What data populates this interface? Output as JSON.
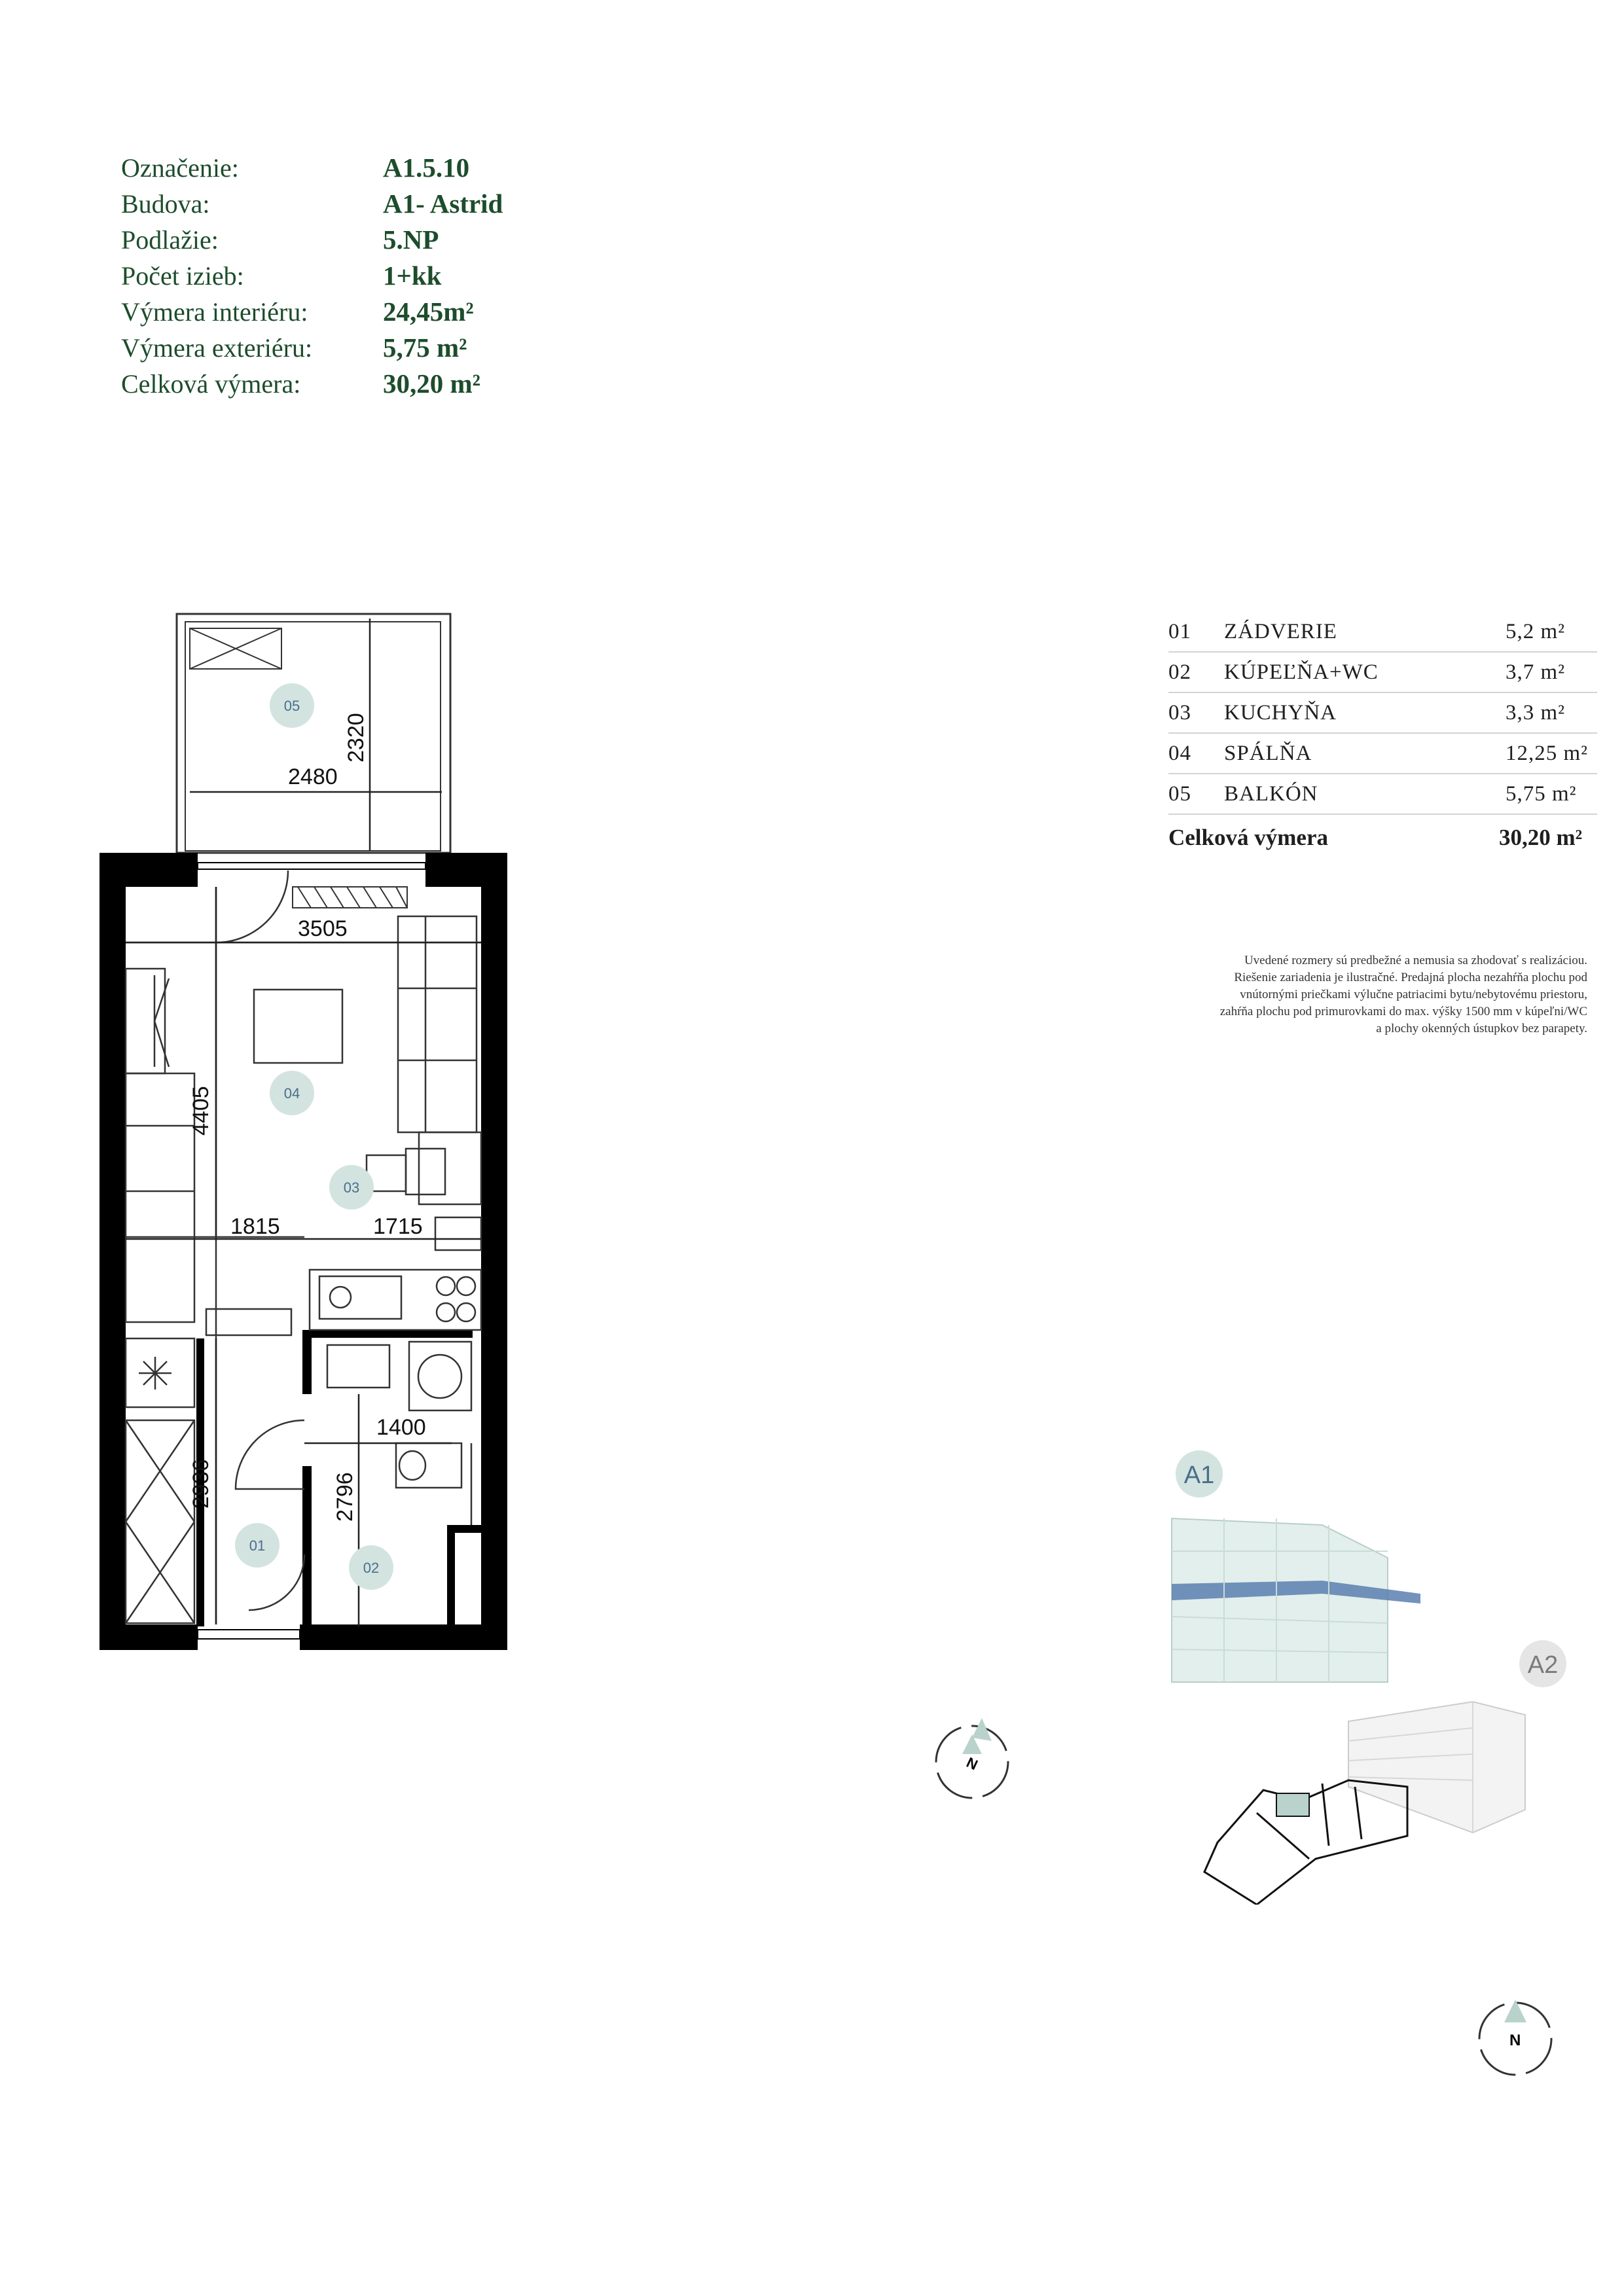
{
  "info": [
    {
      "label": "Označenie:",
      "value": "A1.5.10"
    },
    {
      "label": "Budova:",
      "value": "A1- Astrid"
    },
    {
      "label": "Podlažie:",
      "value": "5.NP"
    },
    {
      "label": "Počet izieb:",
      "value": "1+kk"
    },
    {
      "label": "Výmera interiéru:",
      "value": "24,45m²"
    },
    {
      "label": "Výmera exteriéru:",
      "value": "5,75 m²"
    },
    {
      "label": "Celková výmera:",
      "value": "30,20 m²"
    }
  ],
  "rooms": [
    {
      "num": "01",
      "name": "ZÁDVERIE",
      "area": "5,2 m²"
    },
    {
      "num": "02",
      "name": "KÚPEĽŇA+WC",
      "area": "3,7 m²"
    },
    {
      "num": "03",
      "name": "KUCHYŇA",
      "area": "3,3 m²"
    },
    {
      "num": "04",
      "name": "SPÁLŇA",
      "area": "12,25 m²"
    },
    {
      "num": "05",
      "name": "BALKÓN",
      "area": "5,75 m²"
    }
  ],
  "total": {
    "label": "Celková výmera",
    "value": "30,20 m²"
  },
  "note": [
    "Uvedené rozmery sú predbežné a nemusia sa zhodovať s realizáciou.",
    "Riešenie zariadenia je ilustračné. Predajná plocha nezahŕňa plochu pod",
    "vnútornými priečkami výlučne patriacimi bytu/nebytovému priestoru,",
    "zahŕňa plochu pod primurovkami do max. výšky 1500 mm v kúpeľni/WC",
    "a plochy okenných ústupkov bez parapety."
  ],
  "plan": {
    "room_tags": {
      "r01": "01",
      "r02": "02",
      "r03": "03",
      "r04": "04",
      "r05": "05"
    },
    "dims": {
      "d2480": "2480",
      "d2320": "2320",
      "d3505": "3505",
      "d4405": "4405",
      "d1815": "1815",
      "d1715": "1715",
      "d1400": "1400",
      "d2936": "2936",
      "d2796": "2796"
    }
  },
  "buildings": {
    "a1": "A1",
    "a2": "A2"
  },
  "compass": {
    "n": "N"
  },
  "colors": {
    "text_green": "#1d4d2c",
    "tag_fill": "#d3e3e0",
    "tag_text": "#4a6f8a",
    "highlight": "#5a7fb0"
  }
}
